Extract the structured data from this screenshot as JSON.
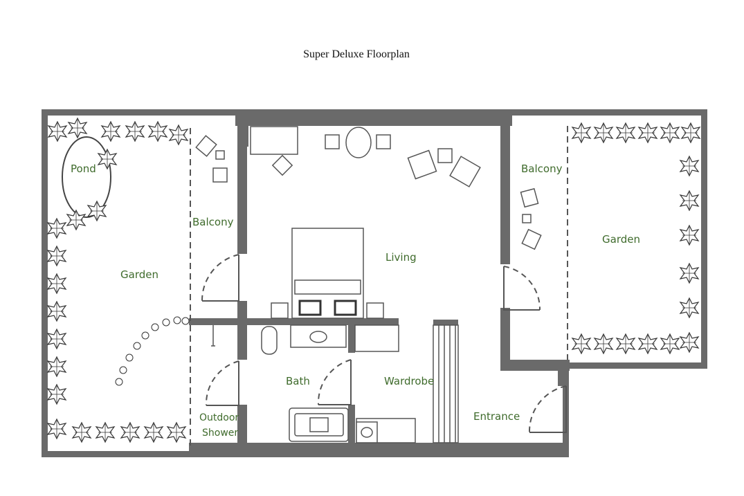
{
  "title": "Super Deluxe Floorplan",
  "rooms": {
    "pond": "Pond",
    "garden_left": "Garden",
    "balcony_left": "Balcony",
    "living": "Living",
    "balcony_right": "Balcony",
    "garden_right": "Garden",
    "bath": "Bath",
    "wardrobe": "Wardrobe",
    "entrance": "Entrance",
    "outdoor_shower_line1": "Outdoor",
    "outdoor_shower_line2": "Shower"
  },
  "colors": {
    "wall": "#6a6a6a",
    "label": "#3f6b2c"
  }
}
